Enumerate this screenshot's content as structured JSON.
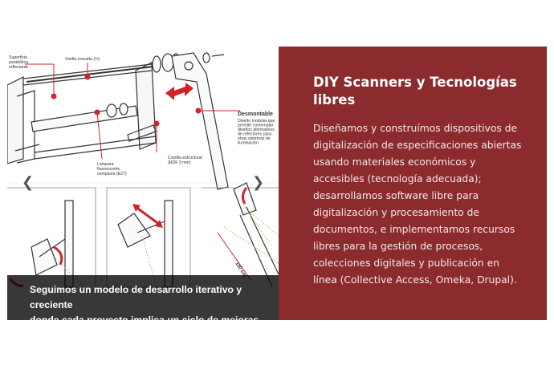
{
  "diagram": {
    "labels": {
      "superficie": [
        "Superficie",
        "parabólica",
        "reflectante"
      ],
      "varilla": "Varilla roscada (¾)",
      "desmontable": "Desmontable",
      "desmontable_desc": [
        "Diseño modular que",
        "permite contemplar",
        "diseños alternativos",
        "de refectores para",
        "otras sistemas de",
        "iluminación"
      ],
      "lampara": [
        "Lámpara",
        "fluorescente",
        "compacta (E27)"
      ],
      "costilla": [
        "Costilla estructural",
        "(HDF 3 mm)"
      ],
      "medida": "100 cm"
    }
  },
  "slider": {
    "prev_glyph": "❮",
    "next_glyph": "❯",
    "caption_line1": "Seguimos un modelo de desarrollo iterativo y creciente",
    "caption_line2": "donde cada proyecto implica un ciclo de mejoras."
  },
  "panel": {
    "title": "DIY Scanners y Tecnologías libres",
    "body": "Diseñamos y construímos dispositivos de digitalización de especificaciones abiertas usando materiales económicos y accesibles (tecnología adecuada); desarrollamos software libre para digitalización y procesamiento de documentos, e implementamos recursos libres para la gestión de procesos, colecciones digitales y publicación en línea (Collective Access, Omeka, Drupal)."
  },
  "colors": {
    "panel": "#8b2b2e",
    "accent_red": "#d0242a"
  }
}
